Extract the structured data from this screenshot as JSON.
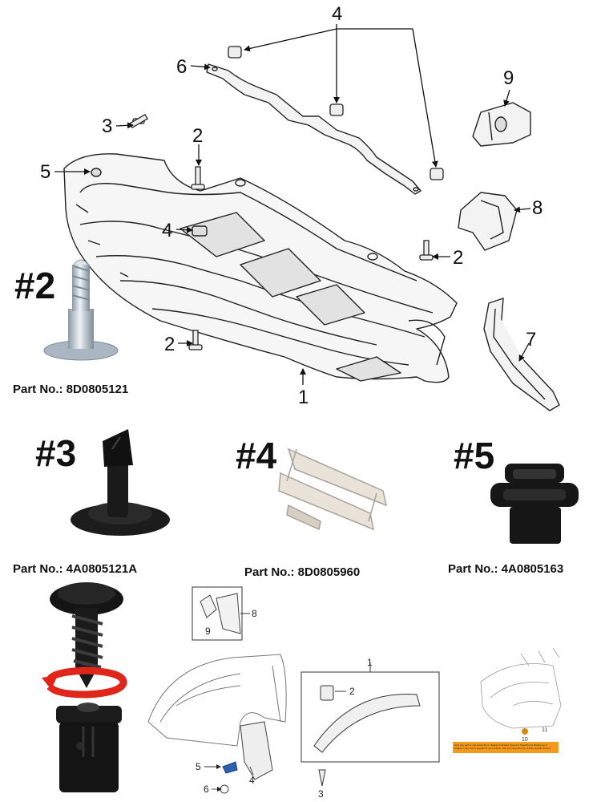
{
  "top_diagram": {
    "callouts": {
      "c1": "1",
      "c2a": "2",
      "c2b": "2",
      "c2c": "2",
      "c3": "3",
      "c4a": "4",
      "c4b": "4",
      "c5": "5",
      "c6": "6",
      "c7": "7",
      "c8": "8",
      "c9": "9"
    }
  },
  "parts": [
    {
      "number": "#2",
      "part_no": "Part No.: 8D0805121"
    },
    {
      "number": "#3",
      "part_no": "Part No.: 4A0805121A"
    },
    {
      "number": "#4",
      "part_no": "Part No.: 8D0805960"
    },
    {
      "number": "#5",
      "part_no": "Part No.: 4A0805163"
    }
  ],
  "fender_diagram": {
    "callouts": {
      "c1": "1",
      "c2": "2",
      "c3": "3",
      "c4": "4",
      "c5": "5",
      "c6": "6",
      "c8": "8",
      "c9": "9"
    }
  },
  "thumb_diagram": {
    "callouts": {
      "c10": "10",
      "c11": "11"
    },
    "disclaimer": "Only one part or sub-assembly in diagram included. See item Specifics for Reference #. Diagram may not be specific to your vehicle. See item Specifics for vehicle specific fitment."
  },
  "colors": {
    "arrow_red": "#e0251b",
    "disclaimer_bg": "#f39a1b",
    "bolt_blue": "#2f5fb0"
  }
}
